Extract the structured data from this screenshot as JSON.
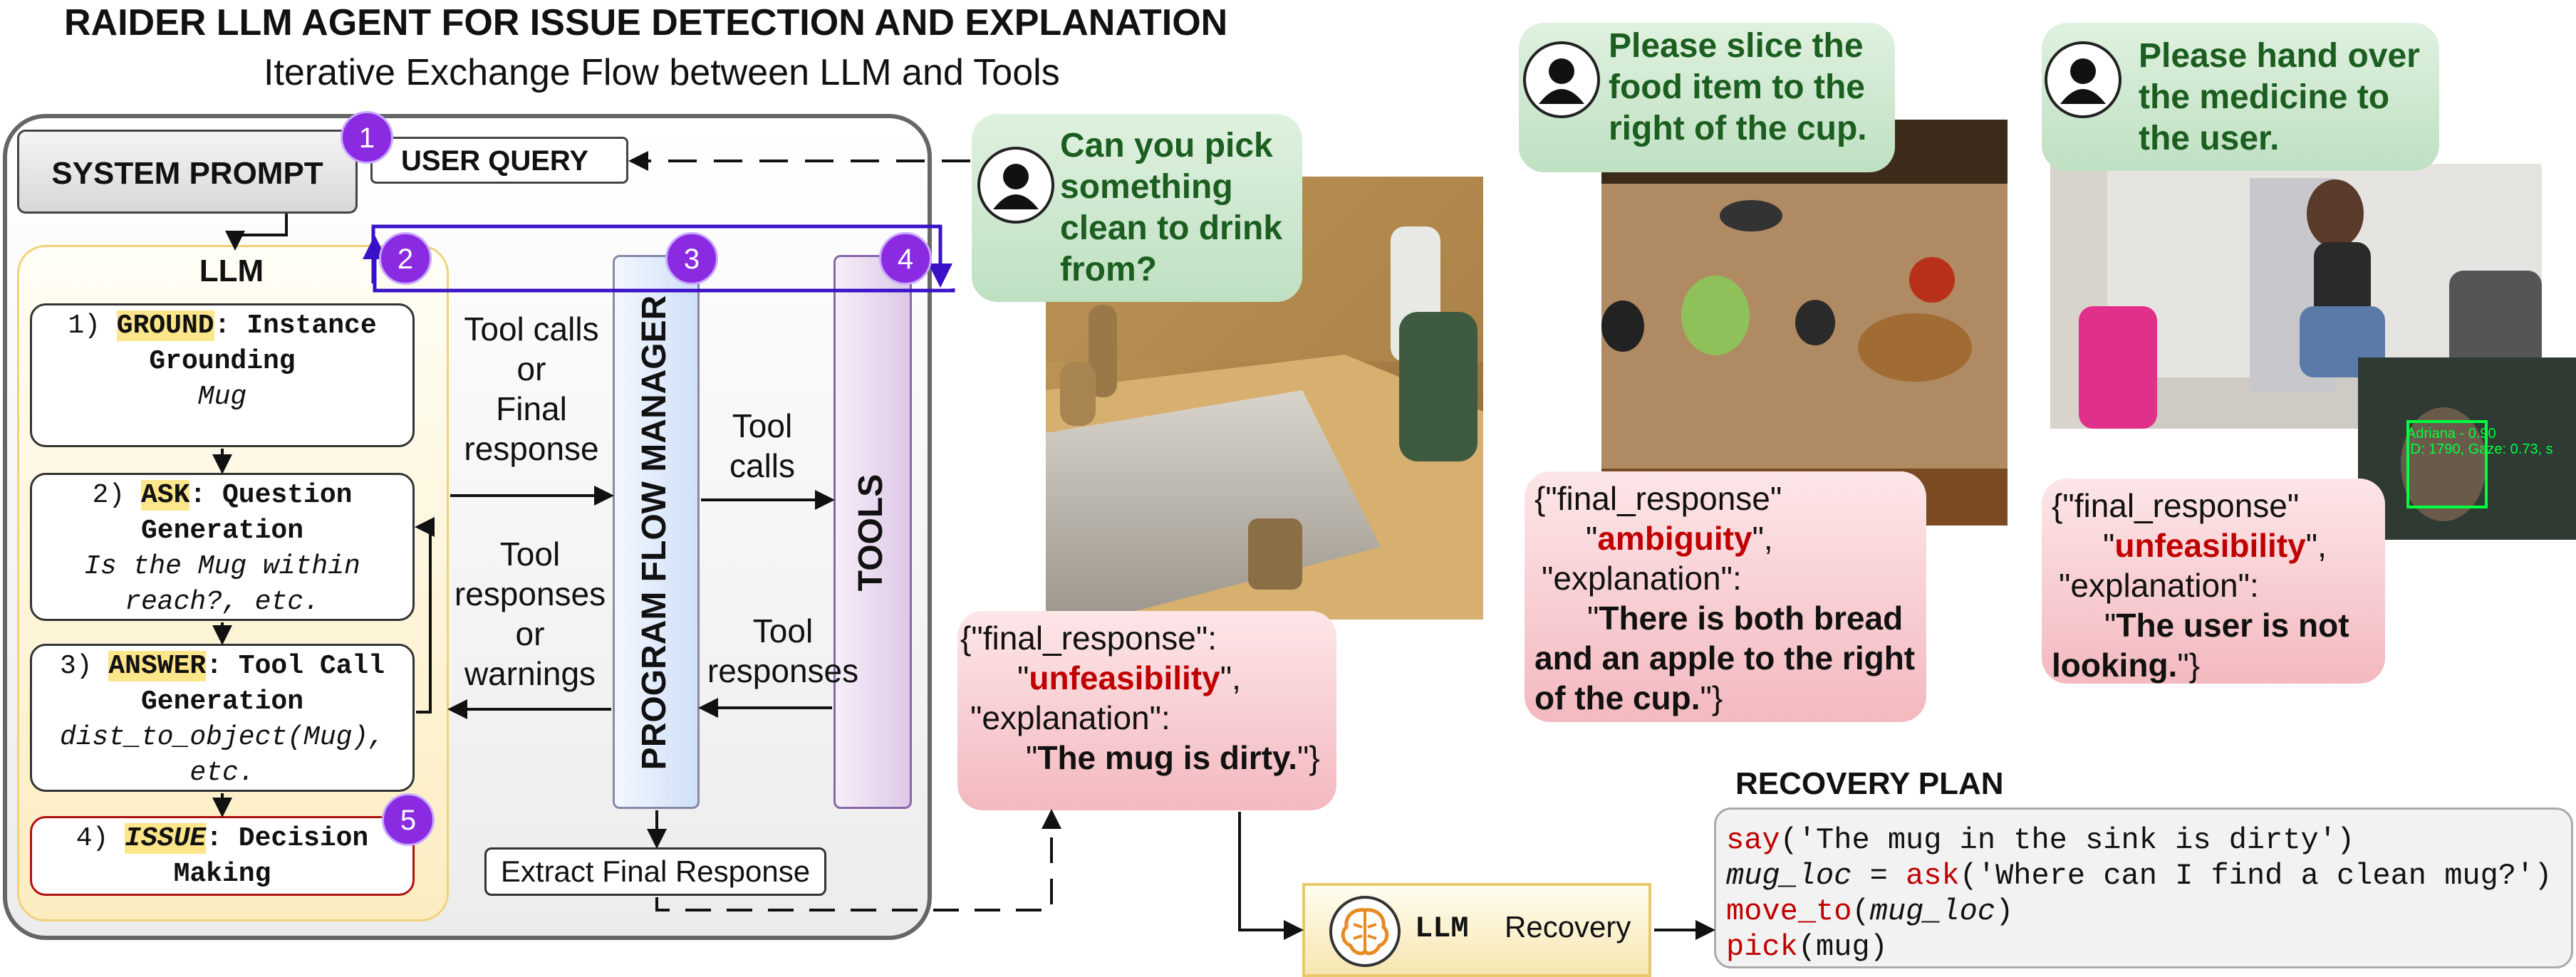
{
  "title": "RAIDER LLM AGENT FOR ISSUE DETECTION AND EXPLANATION",
  "subtitle": "Iterative Exchange Flow between LLM and Tools",
  "system_prompt": "SYSTEM PROMPT",
  "user_query": "USER QUERY",
  "llm_label": "LLM",
  "steps": [
    {
      "num": "1)",
      "key": "GROUND",
      "rest1": ": Instance",
      "rest2": "Grounding",
      "detail1": "Mug",
      "detail2": ""
    },
    {
      "num": "2)",
      "key": "ASK",
      "rest1": ": Question",
      "rest2": "Generation",
      "detail1": "Is the Mug within",
      "detail2": "reach?, etc."
    },
    {
      "num": "3)",
      "key": "ANSWER",
      "rest1": ": Tool Call",
      "rest2": "Generation",
      "detail1": "dist_to_object(Mug),",
      "detail2": "etc."
    },
    {
      "num": "4)",
      "key": "ISSUE",
      "rest1": ": Decision",
      "rest2": "Making",
      "detail1": "",
      "detail2": ""
    }
  ],
  "badges": [
    "1",
    "2",
    "3",
    "4",
    "5"
  ],
  "program_flow_manager": "PROGRAM FLOW MANAGER",
  "tools": "TOOLS",
  "flow_text": {
    "llm_to_pfm": [
      "Tool calls",
      "or",
      "Final",
      "response"
    ],
    "pfm_to_llm": [
      "Tool",
      "responses",
      "or",
      "warnings"
    ],
    "pfm_to_tools": [
      "Tool",
      "calls"
    ],
    "tools_to_pfm": [
      "Tool",
      "responses"
    ]
  },
  "extract_final_response": "Extract Final Response",
  "scenes": [
    {
      "query_lines": [
        "Can you pick",
        "something",
        "clean to drink",
        "from?"
      ],
      "response": {
        "open": "{\"final_response\":",
        "q1": "\"",
        "issue": "unfeasibility",
        "q2": "\",",
        "exp_key": "\"explanation\":",
        "explanation": "The mug is dirty.",
        "close": "\"}"
      }
    },
    {
      "query_lines": [
        "Please slice the",
        "food item to the",
        "right of the cup."
      ],
      "response": {
        "open": "{\"final_response\"",
        "q1": "\"",
        "issue": "ambiguity",
        "q2": "\",",
        "exp_key": "\"explanation\":",
        "explanation_lines": [
          "There is both bread",
          "and an apple to the right",
          "of the cup."
        ],
        "close": "\"}"
      }
    },
    {
      "query_lines": [
        "Please hand over",
        "the medicine to",
        "the user."
      ],
      "response": {
        "open": "{\"final_response\"",
        "q1": "\"",
        "issue": "unfeasibility",
        "q2": "\",",
        "exp_key": "\"explanation\":",
        "explanation_lines": [
          "The user is not",
          "looking."
        ],
        "close": "\"}"
      },
      "overlay_text": [
        "Adriana - 0.90",
        "ID: 1790, Gaze: 0.73, s"
      ]
    }
  ],
  "recovery": {
    "heading": "RECOVERY PLAN",
    "llm": "LLM",
    "label": "Recovery",
    "code": [
      {
        "fn": "say",
        "rest": "('The mug in the sink is dirty')"
      },
      {
        "var": "mug_loc",
        "mid": " = ",
        "fn": "ask",
        "rest": "('Where can I find a clean mug?')"
      },
      {
        "fn": "move_to",
        "open": "(",
        "var": "mug_loc",
        "rest": ")"
      },
      {
        "fn": "pick",
        "rest": "(mug)"
      }
    ]
  },
  "colors": {
    "badge": "#8a2be2",
    "issue_red": "#c00000",
    "query_green": "#1b5e20",
    "arrow_blue": "#3a10c8"
  }
}
